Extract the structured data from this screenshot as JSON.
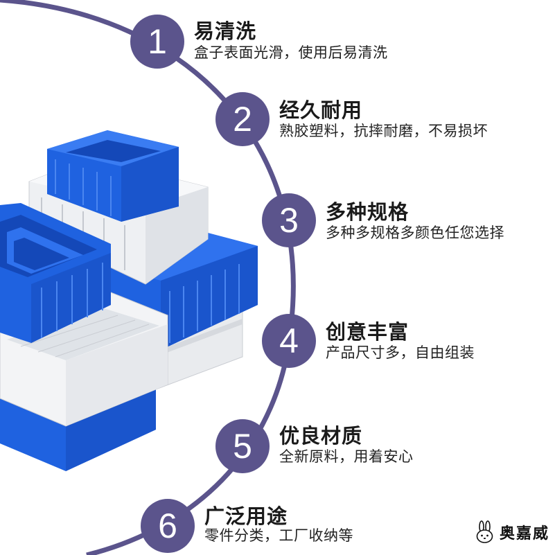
{
  "features": [
    {
      "number": "1",
      "title": "易清洗",
      "desc": "盒子表面光滑，使用后易清洗"
    },
    {
      "number": "2",
      "title": "经久耐用",
      "desc": "熟胶塑料，抗摔耐磨，不易损坏"
    },
    {
      "number": "3",
      "title": "多种规格",
      "desc": "多种多规格多颜色任您选择"
    },
    {
      "number": "4",
      "title": "创意丰富",
      "desc": "产品尺寸多，自由组装"
    },
    {
      "number": "5",
      "title": "优良材质",
      "desc": "全新原料，用着安心"
    },
    {
      "number": "6",
      "title": "广泛用途",
      "desc": "零件分类，工厂收纳等"
    }
  ],
  "brand": {
    "name": "奥嘉威",
    "icon": "rabbit-logo-icon"
  },
  "product_image": {
    "icon": "stacked-storage-bins-icon"
  },
  "colors": {
    "accent": "#5b548c",
    "bin_blue": "#1f62e0",
    "bin_white": "#eef0f3",
    "text": "#1a1a1a"
  }
}
